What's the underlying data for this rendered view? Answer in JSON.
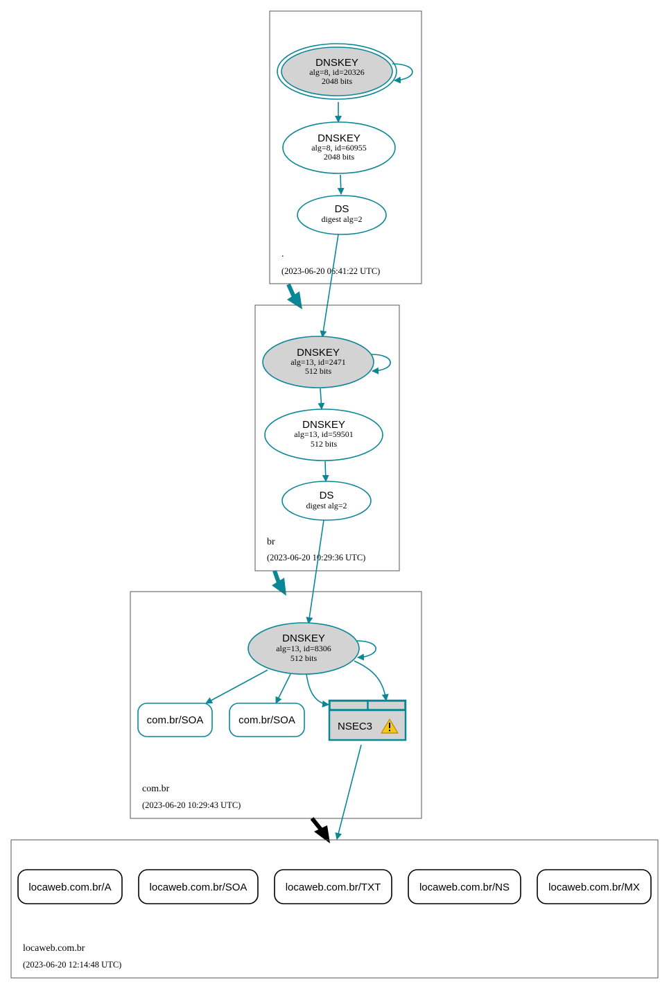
{
  "zones": {
    "root": {
      "name": ".",
      "timestamp": "(2023-06-20 06:41:22 UTC)",
      "ksk": {
        "title": "DNSKEY",
        "line1": "alg=8, id=20326",
        "line2": "2048 bits"
      },
      "zsk": {
        "title": "DNSKEY",
        "line1": "alg=8, id=60955",
        "line2": "2048 bits"
      },
      "ds": {
        "title": "DS",
        "line1": "digest alg=2"
      }
    },
    "br": {
      "name": "br",
      "timestamp": "(2023-06-20 10:29:36 UTC)",
      "ksk": {
        "title": "DNSKEY",
        "line1": "alg=13, id=2471",
        "line2": "512 bits"
      },
      "zsk": {
        "title": "DNSKEY",
        "line1": "alg=13, id=59501",
        "line2": "512 bits"
      },
      "ds": {
        "title": "DS",
        "line1": "digest alg=2"
      }
    },
    "combr": {
      "name": "com.br",
      "timestamp": "(2023-06-20 10:29:43 UTC)",
      "key": {
        "title": "DNSKEY",
        "line1": "alg=13, id=8306",
        "line2": "512 bits"
      },
      "soa1": "com.br/SOA",
      "soa2": "com.br/SOA",
      "nsec3": "NSEC3"
    },
    "locaweb": {
      "name": "locaweb.com.br",
      "timestamp": "(2023-06-20 12:14:48 UTC)",
      "records": [
        "locaweb.com.br/A",
        "locaweb.com.br/SOA",
        "locaweb.com.br/TXT",
        "locaweb.com.br/NS",
        "locaweb.com.br/MX"
      ]
    }
  },
  "colors": {
    "edge": "#0a8796",
    "key_fill": "#d3d3d3",
    "warning": "#f5c518",
    "insecure_delegation": "#000000"
  },
  "icons": {
    "nsec3_status": "warning-icon"
  }
}
